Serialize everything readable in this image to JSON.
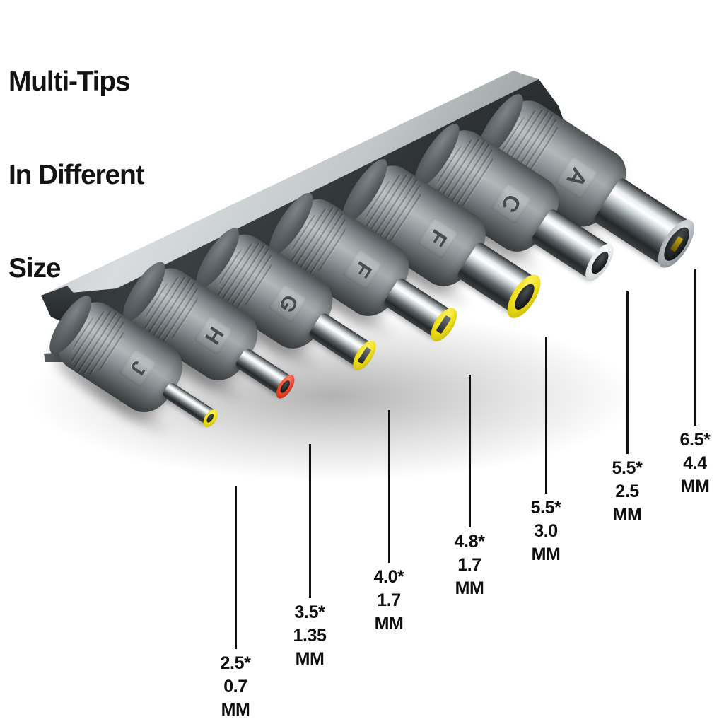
{
  "title": {
    "lines": [
      "Multi-Tips",
      "In Different",
      "Size"
    ]
  },
  "colors": {
    "background": "#ffffff",
    "text": "#0d0f10",
    "connector_body_dark": "#3b4043",
    "connector_body_light": "#b9c0c2",
    "tray_dark": "#2f3335",
    "tray_rim": "#cfd4d6",
    "chrome": "#e9eef0",
    "insert_yellow": "#efe017",
    "insert_red": "#f0452a",
    "insert_white": "#f2f3f3",
    "leader_line": "#0d0f10"
  },
  "product": {
    "kind": "dc-power-adapter-tip-set",
    "tip_count": 7,
    "tray": "black plastic holder tray"
  },
  "tips": [
    {
      "index": 1,
      "barrel_letter": "J",
      "insert_color_name": "yellow",
      "insert_color": "#efe017",
      "outer_diameter": "2.5*",
      "inner_diameter": "0.7",
      "unit": "MM",
      "label_lines": [
        "2.5*",
        "0.7",
        "MM"
      ]
    },
    {
      "index": 2,
      "barrel_letter": "H",
      "insert_color_name": "red",
      "insert_color": "#f0452a",
      "outer_diameter": "3.5*",
      "inner_diameter": "1.35",
      "unit": "MM",
      "label_lines": [
        "3.5*",
        "1.35",
        "MM"
      ]
    },
    {
      "index": 3,
      "barrel_letter": "G",
      "insert_color_name": "yellow",
      "insert_color": "#efe017",
      "outer_diameter": "4.0*",
      "inner_diameter": "1.7",
      "unit": "MM",
      "label_lines": [
        "4.0*",
        "1.7",
        "MM"
      ]
    },
    {
      "index": 4,
      "barrel_letter": "F",
      "insert_color_name": "yellow",
      "insert_color": "#efe017",
      "outer_diameter": "4.8*",
      "inner_diameter": "1.7",
      "unit": "MM",
      "label_lines": [
        "4.8*",
        "1.7",
        "MM"
      ]
    },
    {
      "index": 5,
      "barrel_letter": "F",
      "insert_color_name": "yellow",
      "insert_color": "#efe017",
      "outer_diameter": "5.5*",
      "inner_diameter": "3.0",
      "unit": "MM",
      "label_lines": [
        "5.5*",
        "3.0",
        "MM"
      ]
    },
    {
      "index": 6,
      "barrel_letter": "C",
      "insert_color_name": "white",
      "insert_color": "#f2f3f3",
      "outer_diameter": "5.5*",
      "inner_diameter": "2.5",
      "unit": "MM",
      "label_lines": [
        "5.5*",
        "2.5",
        "MM"
      ]
    },
    {
      "index": 7,
      "barrel_letter": "A",
      "insert_color_name": "chrome",
      "insert_color": "#cfd5d8",
      "outer_diameter": "6.5*",
      "inner_diameter": "4.4",
      "unit": "MM",
      "label_lines": [
        "6.5*",
        "4.4",
        "MM"
      ]
    }
  ]
}
